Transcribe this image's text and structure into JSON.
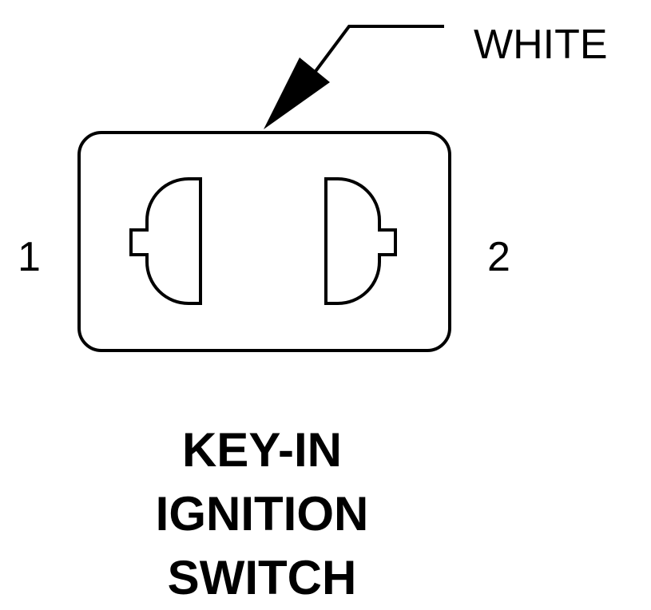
{
  "wire_color": "WHITE",
  "pins": [
    {
      "number": "1"
    },
    {
      "number": "2"
    }
  ],
  "title": {
    "line1": "KEY-IN",
    "line2": "IGNITION",
    "line3": "SWITCH"
  }
}
